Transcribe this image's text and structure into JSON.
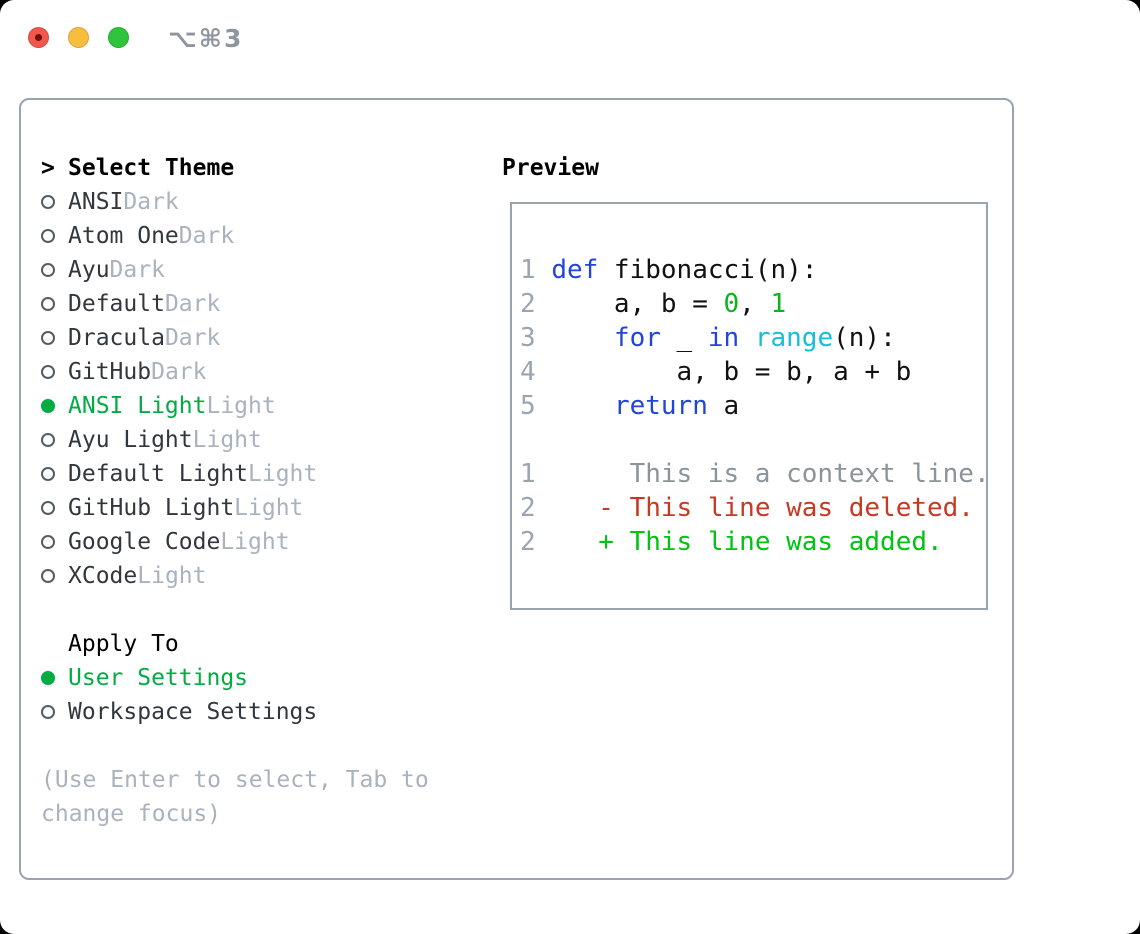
{
  "window": {
    "shortcut_title": "⌥⌘3",
    "traffic_lights": [
      "close",
      "minimize",
      "zoom"
    ]
  },
  "colors": {
    "selection_green": "#00ac43",
    "added_green": "#00c313",
    "deleted_red": "#c73a22",
    "keyword_blue": "#2145d9",
    "builtin_cyan": "#14bfd7",
    "literal_green": "#0db31c",
    "line_number_gray": "#9aa5b1",
    "tag_gray": "#a9b2bd",
    "border_gray": "#9aa3af",
    "traffic_red": "#f2564d",
    "traffic_yellow": "#f7bd3c",
    "traffic_green": "#2fc43c"
  },
  "theme_panel": {
    "header_prefix": ">",
    "header_label": "Select Theme",
    "themes": [
      {
        "name": "ANSI",
        "tag": "Dark",
        "selected": false
      },
      {
        "name": "Atom One",
        "tag": "Dark",
        "selected": false
      },
      {
        "name": "Ayu",
        "tag": "Dark",
        "selected": false
      },
      {
        "name": "Default",
        "tag": "Dark",
        "selected": false
      },
      {
        "name": "Dracula",
        "tag": "Dark",
        "selected": false
      },
      {
        "name": "GitHub",
        "tag": "Dark",
        "selected": false
      },
      {
        "name": "ANSI Light",
        "tag": "Light",
        "selected": true
      },
      {
        "name": "Ayu Light",
        "tag": "Light",
        "selected": false
      },
      {
        "name": "Default Light",
        "tag": "Light",
        "selected": false
      },
      {
        "name": "GitHub Light",
        "tag": "Light",
        "selected": false
      },
      {
        "name": "Google Code",
        "tag": "Light",
        "selected": false
      },
      {
        "name": "XCode",
        "tag": "Light",
        "selected": false
      }
    ],
    "apply_to": {
      "label": "Apply To",
      "options": [
        {
          "name": "User Settings",
          "selected": true
        },
        {
          "name": "Workspace Settings",
          "selected": false
        }
      ]
    },
    "help_text": "(Use Enter to select, Tab to change focus)"
  },
  "preview": {
    "label": "Preview",
    "lines": [
      {
        "tokens": [
          {
            "t": "1",
            "c": "ln"
          },
          {
            "t": " ",
            "c": "pl"
          },
          {
            "t": "def",
            "c": "kw"
          },
          {
            "t": " fibonacci(n):",
            "c": "pl"
          }
        ]
      },
      {
        "tokens": [
          {
            "t": "2",
            "c": "ln"
          },
          {
            "t": "     a, b = ",
            "c": "pl"
          },
          {
            "t": "0",
            "c": "lit"
          },
          {
            "t": ", ",
            "c": "pl"
          },
          {
            "t": "1",
            "c": "lit"
          }
        ]
      },
      {
        "tokens": [
          {
            "t": "3",
            "c": "ln"
          },
          {
            "t": "     ",
            "c": "pl"
          },
          {
            "t": "for",
            "c": "kw"
          },
          {
            "t": " _ ",
            "c": "pl"
          },
          {
            "t": "in",
            "c": "kw"
          },
          {
            "t": " ",
            "c": "pl"
          },
          {
            "t": "range",
            "c": "fn"
          },
          {
            "t": "(n):",
            "c": "pl"
          }
        ]
      },
      {
        "tokens": [
          {
            "t": "4",
            "c": "ln"
          },
          {
            "t": "         a, b = b, a + b",
            "c": "pl"
          }
        ]
      },
      {
        "tokens": [
          {
            "t": "5",
            "c": "ln"
          },
          {
            "t": "     ",
            "c": "pl"
          },
          {
            "t": "return",
            "c": "kw"
          },
          {
            "t": " a",
            "c": "pl"
          }
        ]
      },
      {
        "tokens": []
      },
      {
        "tokens": [
          {
            "t": "1",
            "c": "ln"
          },
          {
            "t": "      This is a context line.",
            "c": "ctx"
          }
        ]
      },
      {
        "tokens": [
          {
            "t": "2",
            "c": "ln"
          },
          {
            "t": "    ",
            "c": "pl"
          },
          {
            "t": "- This line was deleted.",
            "c": "del"
          }
        ]
      },
      {
        "tokens": [
          {
            "t": "2",
            "c": "ln"
          },
          {
            "t": "    ",
            "c": "pl"
          },
          {
            "t": "+ This line was added.",
            "c": "add"
          }
        ]
      }
    ]
  }
}
